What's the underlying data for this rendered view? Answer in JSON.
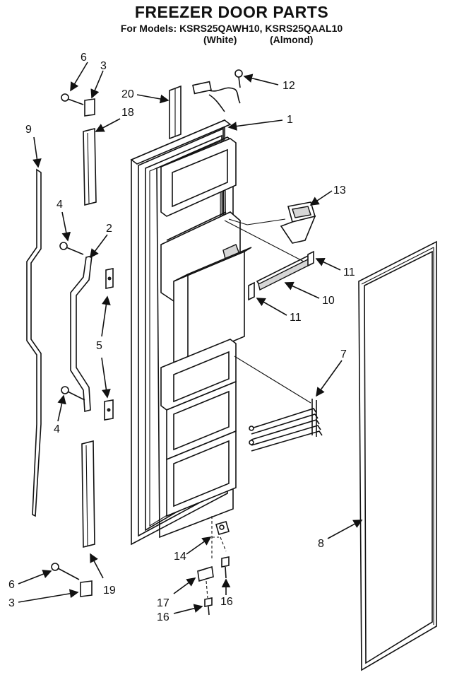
{
  "header": {
    "title": "FREEZER DOOR PARTS",
    "models": "For Models: KSRS25QAWH10, KSRS25QAAL10",
    "color_white": "(White)",
    "color_almond": "(Almond)"
  },
  "callouts": {
    "c1": "1",
    "c2": "2",
    "c3_top": "3",
    "c3_bottom": "3",
    "c4_upper": "4",
    "c4_lower": "4",
    "c5": "5",
    "c6_top": "6",
    "c6_bottom": "6",
    "c7": "7",
    "c8": "8",
    "c9": "9",
    "c10": "10",
    "c11_upper": "11",
    "c11_lower": "11",
    "c12": "12",
    "c13": "13",
    "c14": "14",
    "c16_right": "16",
    "c16_left": "16",
    "c17": "17",
    "c18": "18",
    "c19": "19",
    "c20": "20"
  }
}
